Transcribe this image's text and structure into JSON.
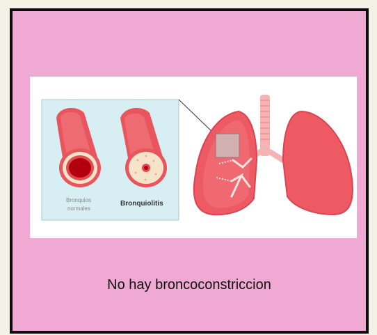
{
  "illustration": {
    "label_normal_line1": "Bronquios",
    "label_normal_line2": "normales",
    "label_disease": "Bronquiolitis"
  },
  "caption": "No hay broncoconstriccion",
  "colors": {
    "page_background": "#efa9d2",
    "frame_border": "#0c0c0c",
    "panel_background": "#d7eef3",
    "airway_red": "#e8555c",
    "lung_red": "#ee5a63"
  }
}
